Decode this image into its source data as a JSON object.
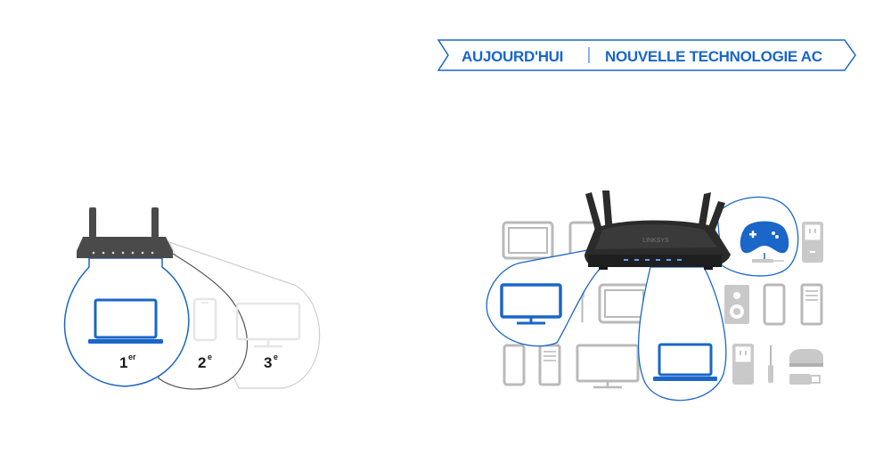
{
  "banner": {
    "today": "AUJOURD'HUI",
    "tech": "NOUVELLE TECHNOLOGIE AC"
  },
  "rankings": [
    {
      "num": "1",
      "sup": "er"
    },
    {
      "num": "2",
      "sup": "e"
    },
    {
      "num": "3",
      "sup": "e"
    }
  ],
  "router_brand": "LINKSYS",
  "colors": {
    "accent_blue": "#1a66c9",
    "device_grey": "#b9b9b9",
    "router_dark": "#2b2b2b"
  }
}
